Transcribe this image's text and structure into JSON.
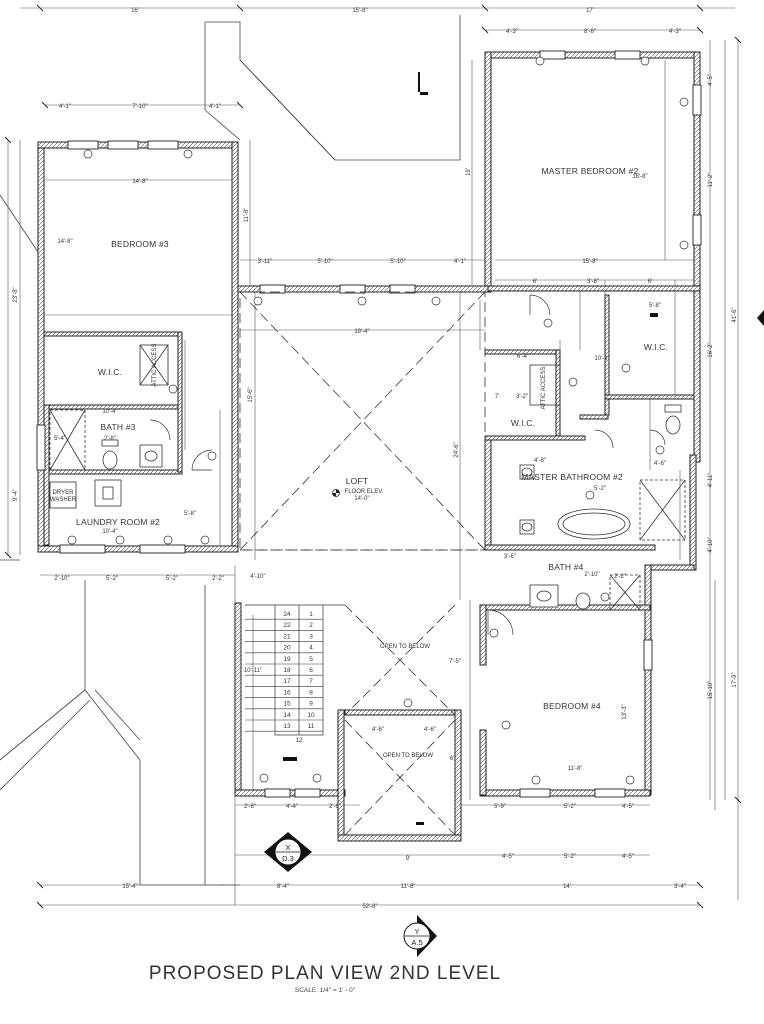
{
  "drawing": {
    "title": "PROPOSED PLAN VIEW 2ND LEVEL",
    "scale": "SCALE: 1/4\" = 1' - 0\""
  },
  "rooms": {
    "bedroom3": "BEDROOM #3",
    "master_bedroom": "MASTER BEDROOM #2",
    "wic_left": "W.I.C.",
    "wic_center": "W.I.C.",
    "wic_right": "W.I.C.",
    "bath3": "BATH #3",
    "laundry": "LAUNDRY ROOM #2",
    "dryer": "DRYER",
    "washer": "WASHER",
    "loft": "LOFT",
    "loft_elev_label": "FLOOR ELEV.",
    "loft_elev_value": "14'-0\"",
    "master_bath": "MASTER BATHROOM #2",
    "bath4": "BATH #4",
    "bedroom4": "BEDROOM #4",
    "open_below_1": "OPEN TO BELOW",
    "open_below_2": "OPEN TO BELOW",
    "attic_access": "ATTIC ACCESS"
  },
  "section_tags": {
    "x": {
      "letter": "X",
      "sheet": "D.3"
    },
    "y": {
      "letter": "Y",
      "sheet": "A.5"
    }
  },
  "stairs": {
    "left_numbers": [
      "24",
      "22",
      "21",
      "20",
      "19",
      "18",
      "17",
      "16",
      "15",
      "14",
      "13"
    ],
    "right_numbers": [
      "1",
      "2",
      "3",
      "4",
      "5",
      "6",
      "7",
      "8",
      "9",
      "10",
      "11"
    ],
    "bottom_number": "12"
  },
  "dimensions": {
    "top_row": [
      "16'",
      "15'-8\"",
      "17'"
    ],
    "top_second": [
      "4'-3\"",
      "8'-6\"",
      "4'-3\""
    ],
    "bedroom3_top": [
      "4'-1\"",
      "7'-10\"",
      "4'-1\""
    ],
    "bedroom3_width": "14'-8\"",
    "bedroom3_depth": "14'-8\"",
    "left_overall": "23'-8\"",
    "left_lower": "9'-4\"",
    "loft_top_row": [
      "3'-11\"",
      "5'-10\"",
      "5'-10\"",
      "4'-1\""
    ],
    "loft_width": "19'-4\"",
    "loft_height": "15'-6\"",
    "loft_vertical_2": "24'-6\"",
    "mid_19": "19'",
    "mid_11_8": "11'-8\"",
    "master_top": "15'-8\"",
    "master_height": "18'-8\"",
    "right_upper": "11'-2\"",
    "right_mid": "16'-2\"",
    "right_overall": "41'-6\"",
    "right_4_5": "4'-5\"",
    "right_lower": "17'-9\"",
    "right_lower_2": "15'-10\"",
    "right_4_10": "4'-10\"",
    "right_4_11": "4'-11\"",
    "master_row": [
      "6'",
      "3'-8\"",
      "6'"
    ],
    "wic_center_dims": [
      "6'-4\"",
      "7'",
      "3'-2\""
    ],
    "wic_right_dims": [
      "5'-8\"",
      "10'-8\""
    ],
    "bath3_dims": [
      "10'-4\"",
      "2'-8\"",
      "5'-4\""
    ],
    "laundry_dims": [
      "10'-4\"",
      "5'-8\""
    ],
    "bottom_left": [
      "2'-10\"",
      "5'-2\"",
      "5'-2\"",
      "2'-2\""
    ],
    "bottom_stairs": [
      "2'-8\"",
      "4'-4\"",
      "2'-8\""
    ],
    "bottom_right": [
      "5'-9\"",
      "5'-2\"",
      "4'-5\""
    ],
    "bottom_right_2": [
      "4'-5\"",
      "5'-2\"",
      "4'-5\""
    ],
    "bottom_overall": [
      "15'-4\"",
      "8'-4\"",
      "11'-8\"",
      "14'",
      "3'-4\""
    ],
    "overall_width": "52'-8\"",
    "bedroom4_dims": [
      "13'-3\"",
      "11'-8\""
    ],
    "stair_width": "10'-11\"",
    "loft_4_10": "4'-10\"",
    "open_below_dims": [
      "4'-6\"",
      "4'-6\"",
      "9'",
      "6'",
      "7'-5\""
    ],
    "bath4_dims": [
      "3'-6\"",
      "2'-10\"",
      "2'-2\""
    ],
    "master_bath_dims": [
      "4'-8\"",
      "5'-2\"",
      "4'-6\""
    ]
  }
}
